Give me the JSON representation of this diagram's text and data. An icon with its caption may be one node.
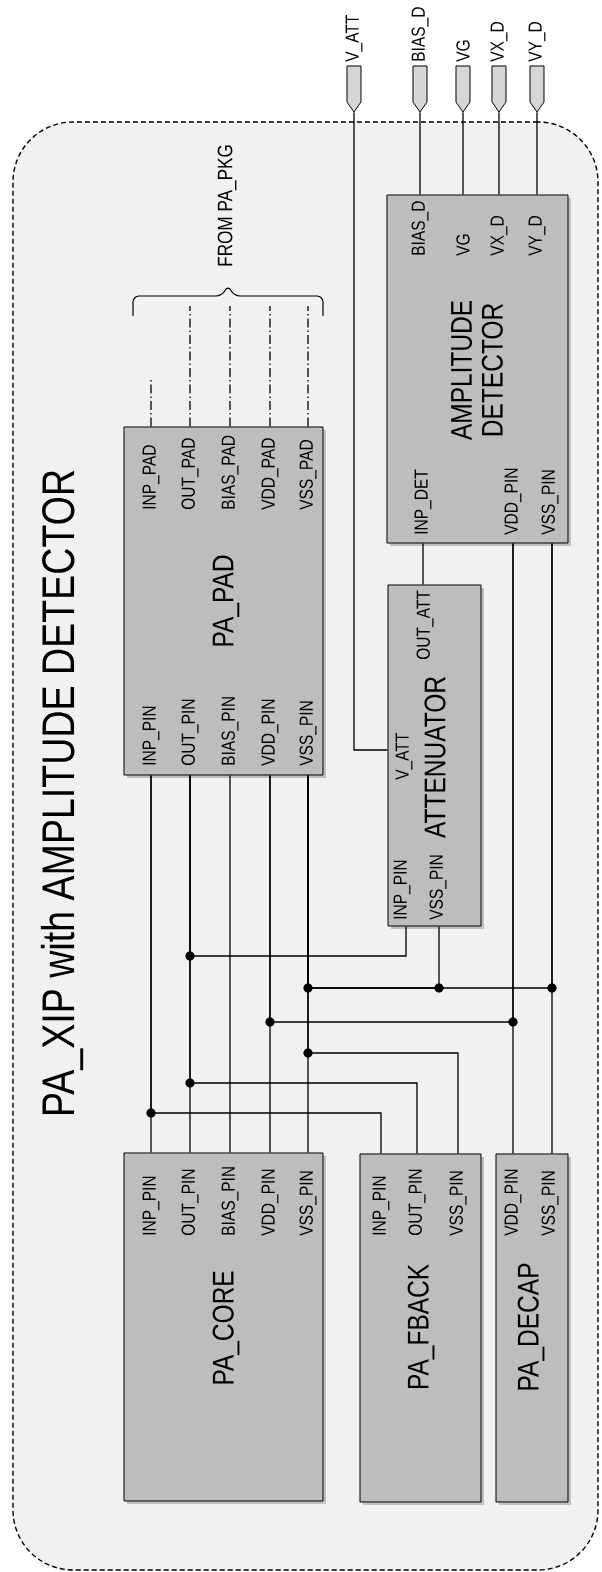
{
  "diagram": {
    "nodes": [
      {
        "text": [
          "PA_XIP with AMPLITUDE DETECTOR"
        ]
      },
      {
        "text": [
          "V_ATT"
        ]
      },
      {
        "text": [
          "BIAS_D"
        ]
      },
      {
        "text": [
          "VG"
        ]
      },
      {
        "text": [
          "VX_D"
        ]
      },
      {
        "text": [
          "VY_D"
        ]
      },
      {
        "text": [
          "PA_PAD",
          "INP_PAD",
          "OUT_PAD",
          "BIAS_PAD",
          "VDD_PAD",
          "VSS_PAD",
          "INP_PIN",
          "OUT_PIN",
          "BIAS_PIN",
          "VDD_PIN",
          "VSS_PIN"
        ],
        "in": 0
      },
      {
        "text": [
          "AMPLITUDE DETECTOR",
          "BIAS_D",
          "VG",
          "VX_D",
          "VY_D",
          "INP_DET",
          "VDD_PIN",
          "VSS_PIN"
        ],
        "in": 0
      },
      {
        "text": [
          "ATTENUATOR",
          "OUT_ATT",
          "V_ATT",
          "INP_PIN",
          "VSS_PIN"
        ],
        "in": 0
      },
      {
        "text": [
          "PA_CORE",
          "INP_PIN",
          "OUT_PIN",
          "BIAS_PIN",
          "VDD_PIN",
          "VSS_PIN"
        ],
        "in": 0
      },
      {
        "text": [
          "PA_FBACK",
          "INP_PIN",
          "OUT_PIN",
          "VSS_PIN"
        ],
        "in": 0
      },
      {
        "text": [
          "PA_DECAP",
          "VDD_PIN",
          "VSS_PIN"
        ],
        "in": 0
      }
    ],
    "edges": [
      {
        "from": 1,
        "to": 8,
        "arrow": "none"
      },
      {
        "from": 2,
        "to": 7,
        "arrow": "none"
      },
      {
        "from": 3,
        "to": 7,
        "arrow": "none"
      },
      {
        "from": 4,
        "to": 7,
        "arrow": "none"
      },
      {
        "from": 5,
        "to": 7,
        "arrow": "none"
      },
      {
        "from": 6,
        "to": null,
        "arrow": "none",
        "style": "dashed"
      },
      {
        "from": 6,
        "to": null,
        "arrow": "none",
        "style": "dashed"
      },
      {
        "from": 6,
        "to": null,
        "arrow": "none",
        "style": "dashed"
      },
      {
        "from": 6,
        "to": null,
        "arrow": "none",
        "style": "dashed"
      },
      {
        "from": 6,
        "to": null,
        "arrow": "none",
        "style": "dashed"
      },
      {
        "from": 6,
        "to": 9,
        "arrow": "none"
      },
      {
        "from": 6,
        "to": 10,
        "arrow": "none"
      },
      {
        "from": 6,
        "to": 9,
        "arrow": "none"
      },
      {
        "from": 6,
        "to": 8,
        "arrow": "none"
      },
      {
        "from": 6,
        "to": 10,
        "arrow": "none"
      },
      {
        "from": 6,
        "to": 9,
        "arrow": "none"
      },
      {
        "from": 6,
        "to": 9,
        "arrow": "none"
      },
      {
        "from": 6,
        "to": 7,
        "arrow": "none"
      },
      {
        "from": 7,
        "to": 11,
        "arrow": "none"
      },
      {
        "from": 6,
        "to": 9,
        "arrow": "none"
      },
      {
        "from": 6,
        "to": 8,
        "arrow": "none"
      },
      {
        "from": 6,
        "to": 7,
        "arrow": "none"
      },
      {
        "from": 7,
        "to": 11,
        "arrow": "none"
      },
      {
        "from": 6,
        "to": 10,
        "arrow": "none"
      },
      {
        "from": 8,
        "to": 7,
        "arrow": "none"
      }
    ],
    "labels": [
      "FROM PA_PKG"
    ]
  }
}
